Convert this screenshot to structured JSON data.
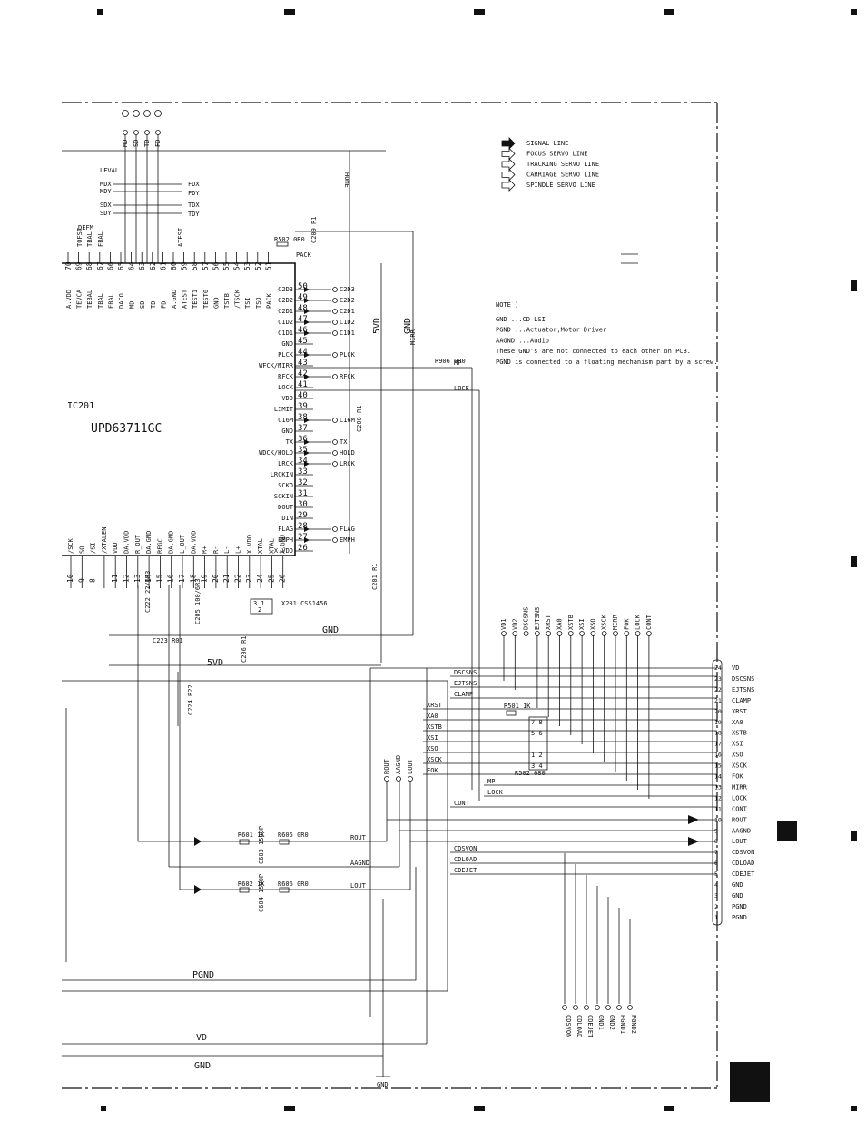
{
  "ic": {
    "ref": "IC201",
    "part": "UPD63711GC",
    "top_pins": [
      {
        "num": "70",
        "name": "A.VDD"
      },
      {
        "num": "69",
        "name": "TEVCA"
      },
      {
        "num": "68",
        "name": "TEBAL"
      },
      {
        "num": "67",
        "name": "TBAL"
      },
      {
        "num": "66",
        "name": "FBAL"
      },
      {
        "num": "65",
        "name": "DACO"
      },
      {
        "num": "64",
        "name": "MD"
      },
      {
        "num": "63",
        "name": "SD"
      },
      {
        "num": "62",
        "name": "TD"
      },
      {
        "num": "61",
        "name": "FD"
      },
      {
        "num": "60",
        "name": "A.GND"
      },
      {
        "num": "59",
        "name": "ATEST"
      },
      {
        "num": "58",
        "name": "TEST1"
      },
      {
        "num": "57",
        "name": "TEST0"
      },
      {
        "num": "56",
        "name": "GND"
      },
      {
        "num": "55",
        "name": "TSTB"
      },
      {
        "num": "54",
        "name": "/TSCK"
      },
      {
        "num": "53",
        "name": "TSI"
      },
      {
        "num": "52",
        "name": "TSO"
      },
      {
        "num": "51",
        "name": "PACK"
      }
    ],
    "right_pins": [
      {
        "num": "50",
        "name": "C2D3",
        "net": "C2D3"
      },
      {
        "num": "49",
        "name": "C2D2",
        "net": "C2D2"
      },
      {
        "num": "48",
        "name": "C2D1",
        "net": "C2D1"
      },
      {
        "num": "47",
        "name": "C1D2",
        "net": "C1D2"
      },
      {
        "num": "46",
        "name": "C1D1",
        "net": "C1D1"
      },
      {
        "num": "45",
        "name": "GND",
        "net": ""
      },
      {
        "num": "44",
        "name": "PLCK",
        "net": "PLCK"
      },
      {
        "num": "43",
        "name": "WFCK/MIRR",
        "net": ""
      },
      {
        "num": "42",
        "name": "RFCK",
        "net": "RFCK"
      },
      {
        "num": "41",
        "name": "LOCK",
        "net": ""
      },
      {
        "num": "40",
        "name": "VDD",
        "net": ""
      },
      {
        "num": "39",
        "name": "LIMIT",
        "net": ""
      },
      {
        "num": "38",
        "name": "C16M",
        "net": "C16M"
      },
      {
        "num": "37",
        "name": "GND",
        "net": ""
      },
      {
        "num": "36",
        "name": "TX",
        "net": "TX"
      },
      {
        "num": "35",
        "name": "WDCK/HOLD",
        "net": "HOLD"
      },
      {
        "num": "34",
        "name": "LRCK",
        "net": "LRCK"
      },
      {
        "num": "33",
        "name": "LRCKIN",
        "net": ""
      },
      {
        "num": "32",
        "name": "SCKO",
        "net": ""
      },
      {
        "num": "31",
        "name": "SCKIN",
        "net": ""
      },
      {
        "num": "30",
        "name": "DOUT",
        "net": ""
      },
      {
        "num": "29",
        "name": "DIN",
        "net": ""
      },
      {
        "num": "28",
        "name": "FLAG",
        "net": "FLAG"
      },
      {
        "num": "27",
        "name": "EMPH",
        "net": "EMPH"
      },
      {
        "num": "26",
        "name": "X.VDD",
        "net": ""
      }
    ],
    "bottom_pins": [
      {
        "num": "10",
        "name": "/SCK"
      },
      {
        "num": "9",
        "name": "SO"
      },
      {
        "num": "8",
        "name": "/SI"
      },
      {
        "num": "",
        "name": "/XTALEN"
      },
      {
        "num": "11",
        "name": "VDD"
      },
      {
        "num": "12",
        "name": "DA.VDD"
      },
      {
        "num": "13",
        "name": "R_OUT"
      },
      {
        "num": "14",
        "name": "DA.GND"
      },
      {
        "num": "15",
        "name": "REGC"
      },
      {
        "num": "16",
        "name": "DA.GND"
      },
      {
        "num": "17",
        "name": "L_OUT"
      },
      {
        "num": "18",
        "name": "DA.VDD"
      },
      {
        "num": "19",
        "name": "R+"
      },
      {
        "num": "20",
        "name": "R-"
      },
      {
        "num": "21",
        "name": "L-"
      },
      {
        "num": "22",
        "name": "L+"
      },
      {
        "num": "23",
        "name": "X.VDD"
      },
      {
        "num": "24",
        "name": "XTAL"
      },
      {
        "num": "25",
        "name": "XTAL"
      },
      {
        "num": "26",
        "name": "X.GND"
      }
    ]
  },
  "legend": {
    "items": [
      "SIGNAL LINE",
      "FOCUS SERVO LINE",
      "TRACKING SERVO LINE",
      "CARRIAGE SERVO LINE",
      "SPINDLE SERVO LINE"
    ]
  },
  "note": {
    "title": "NOTE )",
    "lines": [
      "GND  ...CD LSI",
      "PGND  ...Actuator,Motor Driver",
      "AAGND ...Audio",
      " These GND's are not connected to each other on PCB.",
      " PGND is connected to a floating mechanism part by a screw."
    ]
  },
  "connector": {
    "pins": [
      {
        "num": "24",
        "name": "VD"
      },
      {
        "num": "23",
        "name": "DSCSNS"
      },
      {
        "num": "22",
        "name": "EJTSNS"
      },
      {
        "num": "21",
        "name": "CLAMP"
      },
      {
        "num": "20",
        "name": "XRST"
      },
      {
        "num": "19",
        "name": "XA0"
      },
      {
        "num": "18",
        "name": "XSTB"
      },
      {
        "num": "17",
        "name": "XSI"
      },
      {
        "num": "16",
        "name": "XSO"
      },
      {
        "num": "15",
        "name": "XSCK"
      },
      {
        "num": "14",
        "name": "FOK"
      },
      {
        "num": "13",
        "name": "MIRR"
      },
      {
        "num": "12",
        "name": "LOCK"
      },
      {
        "num": "11",
        "name": "CONT"
      },
      {
        "num": "10",
        "name": "ROUT"
      },
      {
        "num": "9",
        "name": "AAGND"
      },
      {
        "num": "8",
        "name": "LOUT"
      },
      {
        "num": "7",
        "name": "CDSVON"
      },
      {
        "num": "6",
        "name": "CDLOAD"
      },
      {
        "num": "5",
        "name": "CDEJET"
      },
      {
        "num": "4",
        "name": "GND"
      },
      {
        "num": "3",
        "name": "GND"
      },
      {
        "num": "2",
        "name": "PGND"
      },
      {
        "num": "1",
        "name": "PGND"
      }
    ]
  },
  "top_test_points": [
    "MD",
    "SD",
    "TD",
    "FD"
  ],
  "upper_test_points": [
    "VD1",
    "VD2",
    "DSCSNS",
    "EJTSNS",
    "XRST",
    "XA0",
    "XSTB",
    "XSI",
    "XSO",
    "XSCK",
    "MIRR",
    "FOK",
    "LOCK",
    "CONT"
  ],
  "bottom_test_points": [
    "CDSVON",
    "CDLOAD",
    "CDEJET",
    "GND1",
    "GND2",
    "PGND1",
    "PGND2"
  ],
  "audio_test_points": [
    "ROUT",
    "AAGND",
    "LOUT"
  ],
  "nets": {
    "rails": {
      "gnd": "GND",
      "fivevd": "5VD",
      "pgnd": "PGND",
      "vd": "VD",
      "gnd_symbol": "GND"
    },
    "left_bus": [
      "DSCSNS",
      "EJTSNS",
      "CLAMP",
      "XRST",
      "XA0",
      "XSTB",
      "XSI",
      "XSO",
      "XSCK",
      "FOK",
      "MP",
      "LOCK",
      "CONT",
      "CDSVON",
      "CDLOAD",
      "CDEJET"
    ],
    "audio": {
      "rout": "ROUT",
      "aagnd": "AAGND",
      "lout": "LOUT"
    },
    "misc": {
      "pack": "PACK",
      "home": "HOME",
      "mirr": "MIRR",
      "lock": "LOCK",
      "mp": "MP",
      "leval": "LEVAL",
      "atest": "ATEST",
      "tofst": "TOFST",
      "tbal": "TBAL",
      "fbal": "FBAL",
      "defm": "DEFM"
    }
  },
  "components": {
    "r502_top": "R502 0R0",
    "r906": "R906 0R0",
    "c209": "C209 R1",
    "c208": "C208 R1",
    "c201": "C201 R1",
    "c206": "C206 R1",
    "c223": "C223 R01",
    "c222": "C222 22/6R3",
    "c205": "C205 100/6R3",
    "c224": "C224 R22",
    "x201": "X201 CSS1456",
    "r501": "R501 1K",
    "r502": "R502 680",
    "r601": "R601 1K",
    "r602": "R602 1K",
    "r605": "R605 0R0",
    "r606": "R606 0R0",
    "c603": "C603 1500P",
    "c604": "C604 1500P"
  },
  "left_labels": {
    "mdx": "MDX",
    "mdy": "MDY",
    "sdx": "SDX",
    "sdy": "SDY",
    "fdx": "FDX",
    "fdy": "FDY",
    "tdx": "TDX",
    "tdy": "TDY"
  },
  "page_marker": ""
}
